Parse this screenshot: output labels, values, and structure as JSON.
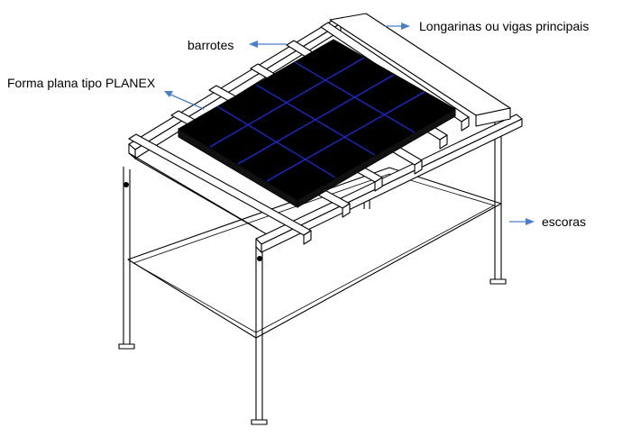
{
  "diagram": {
    "labels": {
      "barrotes": "barrotes",
      "longarinas": "Longarinas ou vigas principais",
      "forma": "Forma plana tipo PLANEX",
      "escoras": "escoras"
    },
    "colors": {
      "panel": "#000000",
      "panel_grid": "#1b2bd6",
      "arrow": "#4a7fc9",
      "line": "#000000"
    }
  }
}
